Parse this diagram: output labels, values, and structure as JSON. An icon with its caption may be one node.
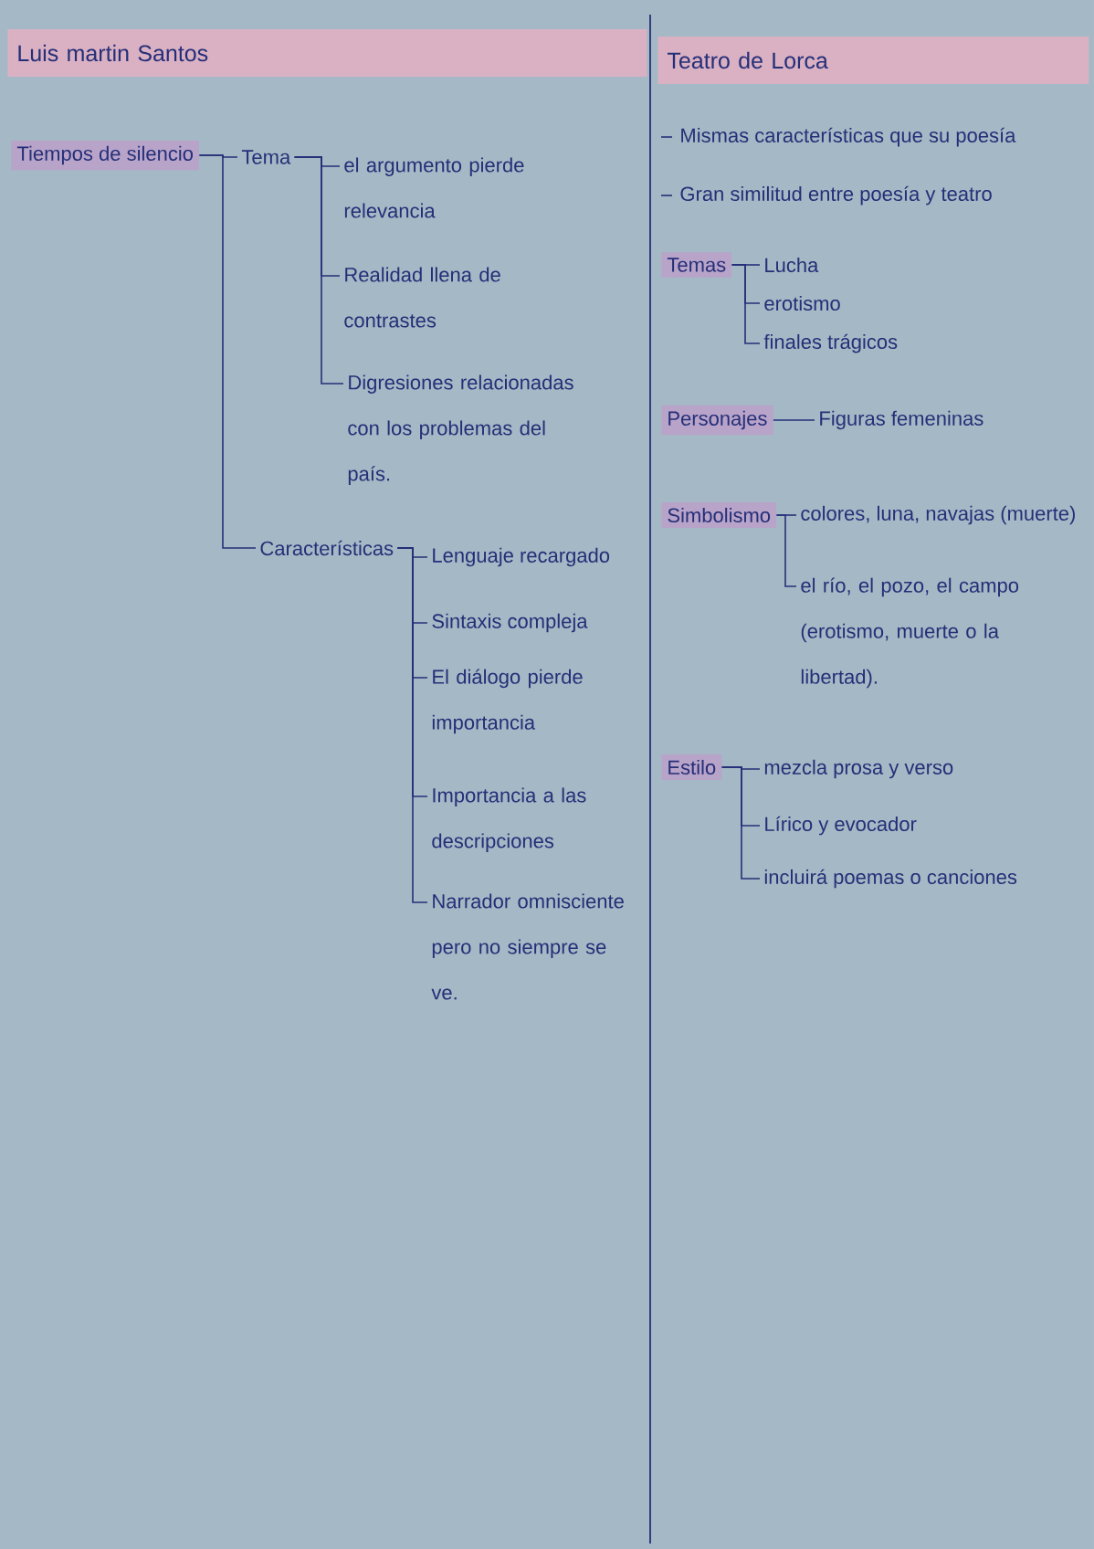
{
  "diagram": {
    "nodes": [
      {
        "text": [
          "Luis martin Santos"
        ]
      },
      {
        "text": [
          "Tiempos de silencio"
        ]
      },
      {
        "text": [
          "Tema"
        ]
      },
      {
        "text": [
          "el argumento pierde relevancia"
        ]
      },
      {
        "text": [
          "Realidad llena de contrastes"
        ]
      },
      {
        "text": [
          "Digresiones relacionadas con los problemas del país."
        ]
      },
      {
        "text": [
          "Características"
        ]
      },
      {
        "text": [
          "Lenguaje recargado"
        ]
      },
      {
        "text": [
          "Sintaxis compleja"
        ]
      },
      {
        "text": [
          "El diálogo pierde importancia"
        ]
      },
      {
        "text": [
          "Importancia a las descripciones"
        ]
      },
      {
        "text": [
          "Narrador omnisciente pero no siempre se ve."
        ]
      },
      {
        "text": [
          "Teatro de Lorca"
        ]
      },
      {
        "text": [
          "Temas"
        ]
      },
      {
        "text": [
          "Lucha"
        ]
      },
      {
        "text": [
          "erotismo"
        ]
      },
      {
        "text": [
          "finales trágicos"
        ]
      },
      {
        "text": [
          "Personajes"
        ]
      },
      {
        "text": [
          "Figuras femeninas"
        ]
      },
      {
        "text": [
          "Simbolismo"
        ]
      },
      {
        "text": [
          "colores, luna, navajas (muerte)"
        ]
      },
      {
        "text": [
          "el río, el pozo, el campo (erotismo, muerte o la libertad)."
        ]
      },
      {
        "text": [
          "Estilo"
        ]
      },
      {
        "text": [
          "mezcla prosa y verso"
        ]
      },
      {
        "text": [
          "Lírico y evocador"
        ]
      },
      {
        "text": [
          "incluirá poemas o canciones"
        ]
      }
    ],
    "edges": [
      {
        "from": 1,
        "to": 2,
        "arrow": "none"
      },
      {
        "from": 1,
        "to": 6,
        "arrow": "none"
      },
      {
        "from": 2,
        "to": 3,
        "arrow": "none"
      },
      {
        "from": 2,
        "to": 4,
        "arrow": "none"
      },
      {
        "from": 2,
        "to": 5,
        "arrow": "none"
      },
      {
        "from": 6,
        "to": 7,
        "arrow": "none"
      },
      {
        "from": 6,
        "to": 8,
        "arrow": "none"
      },
      {
        "from": 6,
        "to": 9,
        "arrow": "none"
      },
      {
        "from": 6,
        "to": 10,
        "arrow": "none"
      },
      {
        "from": 6,
        "to": 11,
        "arrow": "none"
      },
      {
        "from": 13,
        "to": 14,
        "arrow": "none"
      },
      {
        "from": 13,
        "to": 15,
        "arrow": "none"
      },
      {
        "from": 13,
        "to": 16,
        "arrow": "none"
      },
      {
        "from": 17,
        "to": 18,
        "arrow": "none"
      },
      {
        "from": 19,
        "to": 20,
        "arrow": "none"
      },
      {
        "from": 19,
        "to": 21,
        "arrow": "none"
      },
      {
        "from": 22,
        "to": 23,
        "arrow": "none"
      },
      {
        "from": 22,
        "to": 24,
        "arrow": "none"
      },
      {
        "from": 22,
        "to": 25,
        "arrow": "none"
      }
    ],
    "labels": [
      "Mismas características que su poesía",
      "Gran similitud entre poesía y teatro"
    ]
  }
}
